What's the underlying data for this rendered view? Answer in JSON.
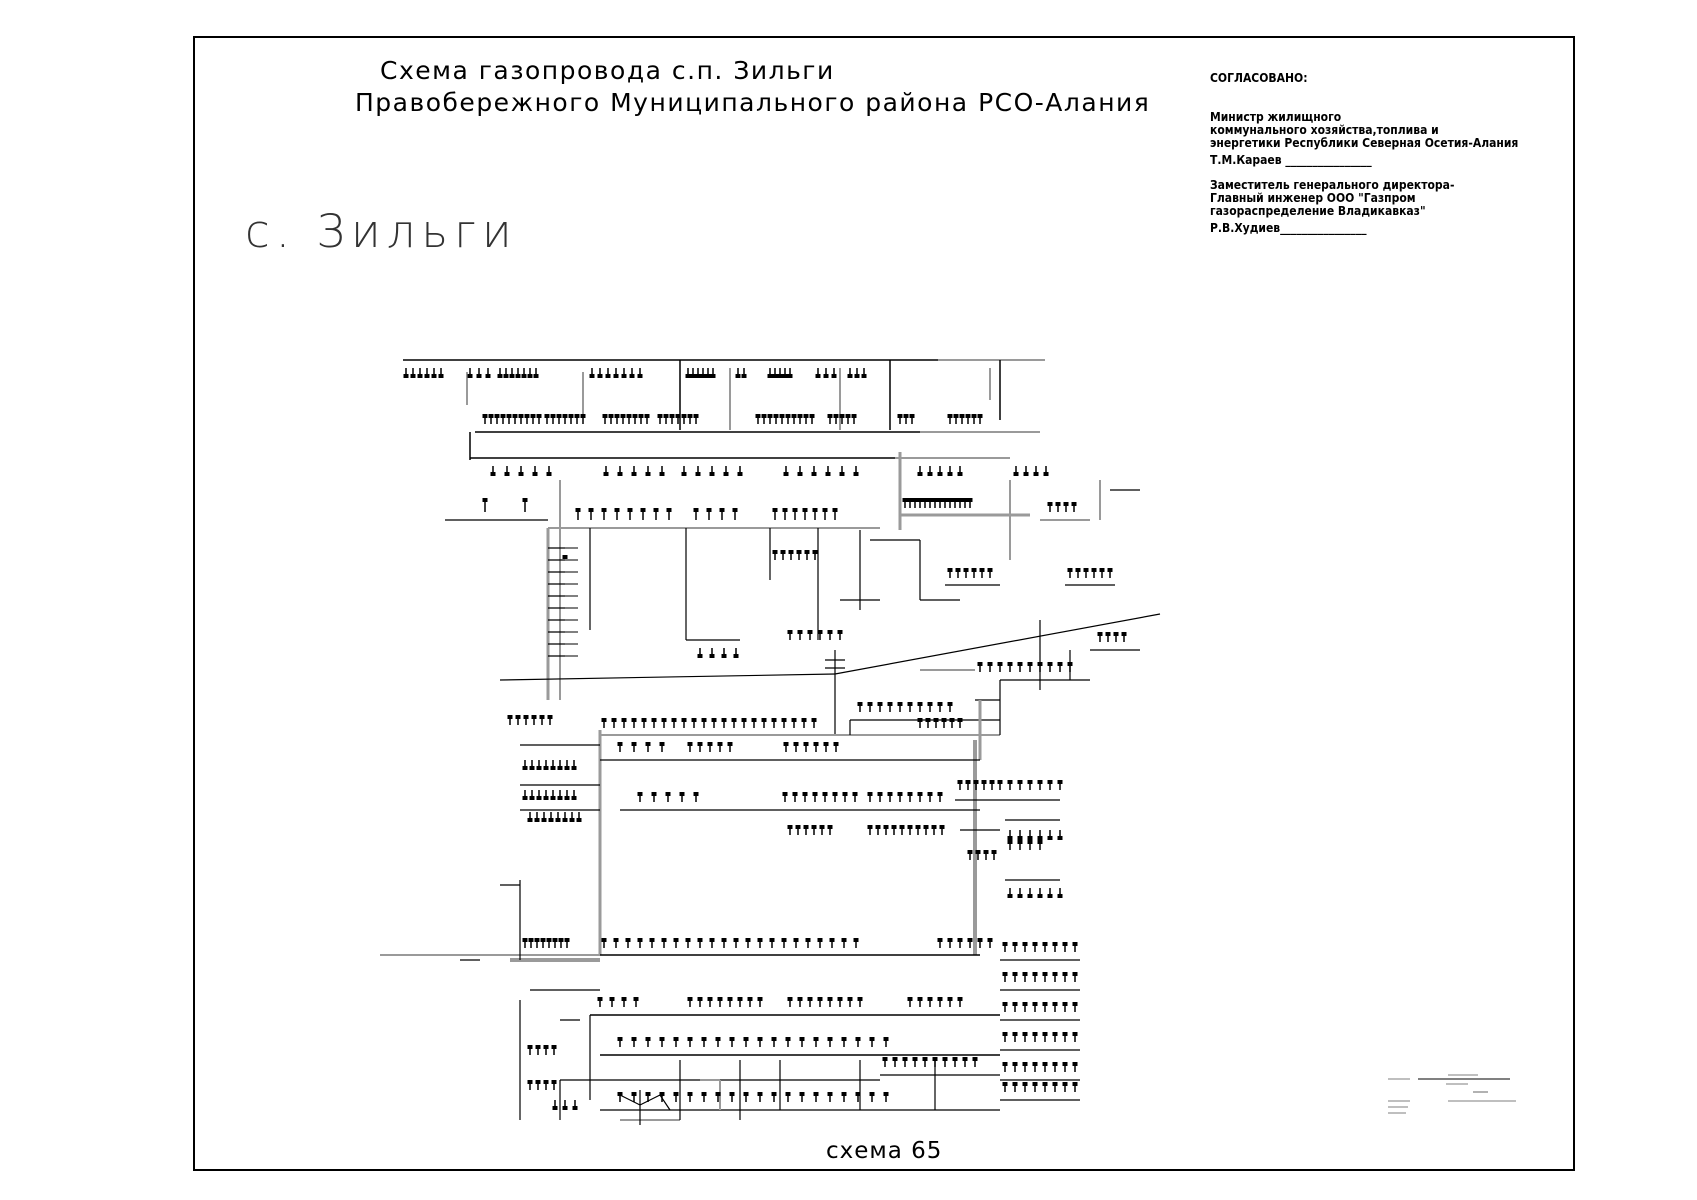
{
  "title": {
    "line1": "Схема газопровода с.п. Зильги",
    "line2": "Правобережного  Муниципального района РСО-Алания"
  },
  "village_label": "с. Зильги",
  "approval": {
    "header": "СОГЛАСОВАНО:",
    "block1_lines": [
      "Министр жилищного",
      "коммунального  хозяйства,топлива и",
      "энергетики Республики Северная Осетия-Алания"
    ],
    "block1_sign": "Т.М.Караев ________________",
    "block2_lines": [
      "Заместитель генерального директора-",
      "Главный инженер  ООО \"Газпром",
      "газораспределение Владикавказ\""
    ],
    "block2_sign": "Р.В.Худиев________________"
  },
  "footer_label": "схема 65",
  "colors": {
    "pipe_gray": "#9a9a9a",
    "line_black": "#000000",
    "frame": "#000000"
  }
}
